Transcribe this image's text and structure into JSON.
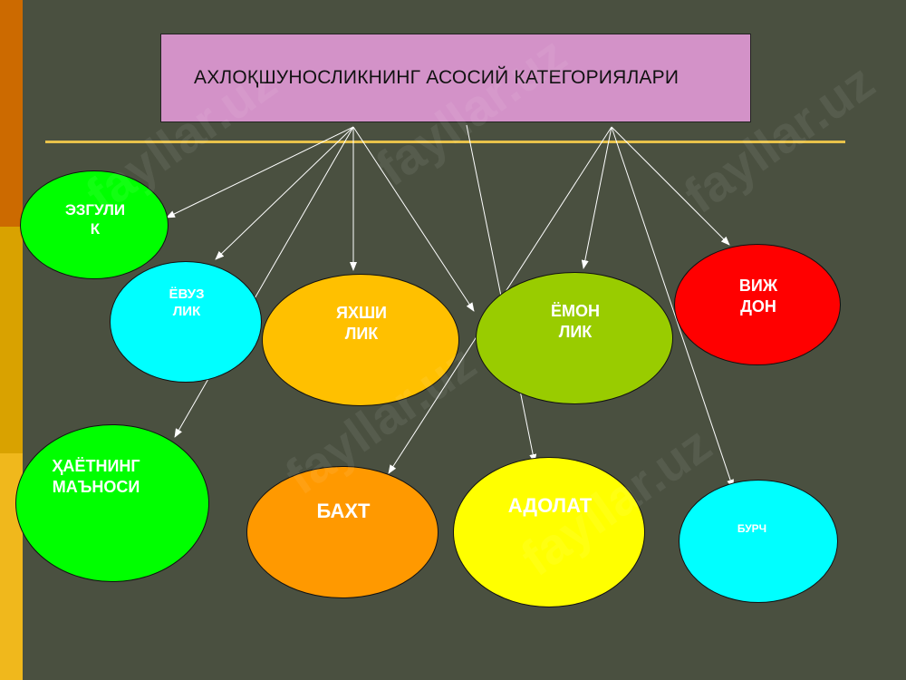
{
  "title": "АХЛОҚШУНОСЛИКНИНГ АСОСИЙ КАТЕГОРИЯЛАРИ",
  "categories": [
    {
      "id": "ezgulik",
      "label": "ЭЗГУЛИ\nК",
      "color": "#00ff00"
    },
    {
      "id": "yovuzlik",
      "label": "ЁВУЗ\nЛИК",
      "color": "#00ffff"
    },
    {
      "id": "yaxshilik",
      "label": "ЯХШИ\nЛИК",
      "color": "#ffc000"
    },
    {
      "id": "yomonlik",
      "label": "ЁМОН\nЛИК",
      "color": "#99cc00"
    },
    {
      "id": "vijdon",
      "label": "ВИЖ\nДОН",
      "color": "#ff0000"
    },
    {
      "id": "hayot-manosi",
      "label": "ҲАЁТНИНГ\nМАЪНОСИ",
      "color": "#00ff00"
    },
    {
      "id": "baxt",
      "label": "БАХТ",
      "color": "#ff9900"
    },
    {
      "id": "adolat",
      "label": "АДОЛАТ",
      "color": "#ffff00"
    },
    {
      "id": "burch",
      "label": "БУРЧ",
      "color": "#00ffff"
    }
  ],
  "watermark": "fayllar.uz"
}
